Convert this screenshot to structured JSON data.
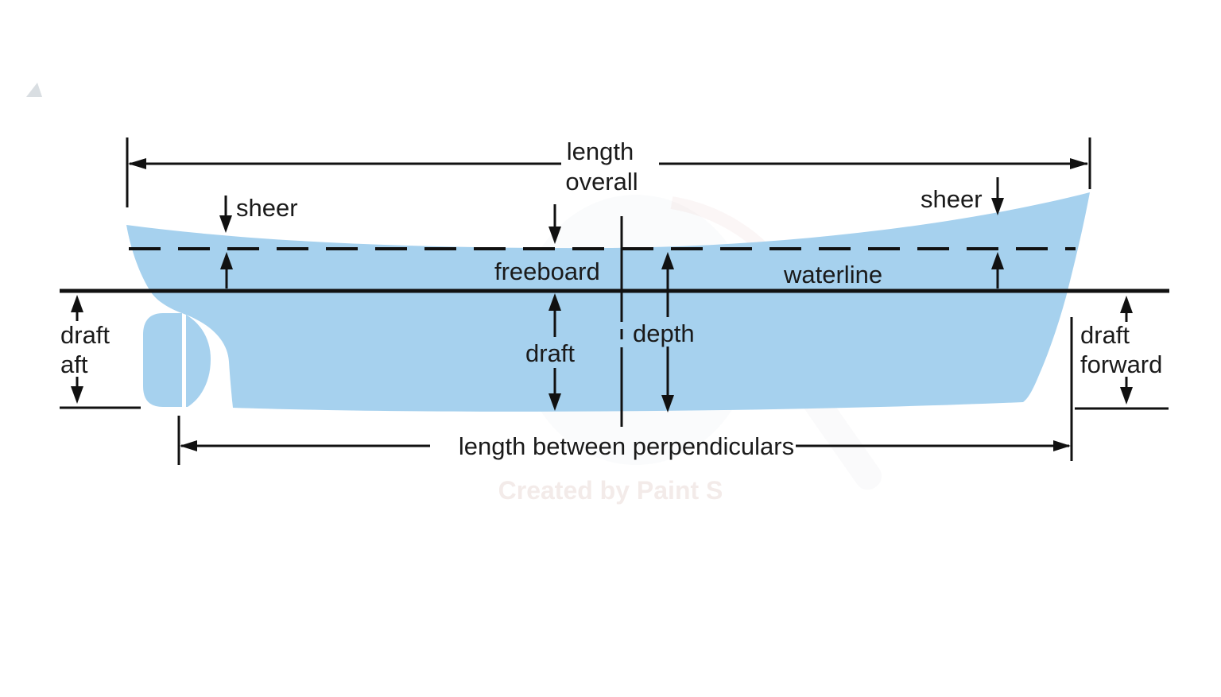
{
  "diagram": {
    "title": "ship principal dimensions diagram",
    "labels": {
      "length_overall_line1": "length",
      "length_overall_line2": "overall",
      "sheer_left": "sheer",
      "sheer_right": "sheer",
      "freeboard": "freeboard",
      "waterline": "waterline",
      "draft_mid": "draft",
      "depth": "depth",
      "draft_aft_line1": "draft",
      "draft_aft_line2": "aft",
      "draft_forward_line1": "draft",
      "draft_forward_line2": "forward",
      "length_between_perpendiculars": "length between perpendiculars"
    },
    "watermark_text": "Created by Paint S",
    "colors": {
      "hull_fill": "#a6d1ee",
      "line": "#111111",
      "text": "#1a1a1a",
      "watermark_text": "#f3ebe9",
      "background": "#ffffff"
    }
  }
}
